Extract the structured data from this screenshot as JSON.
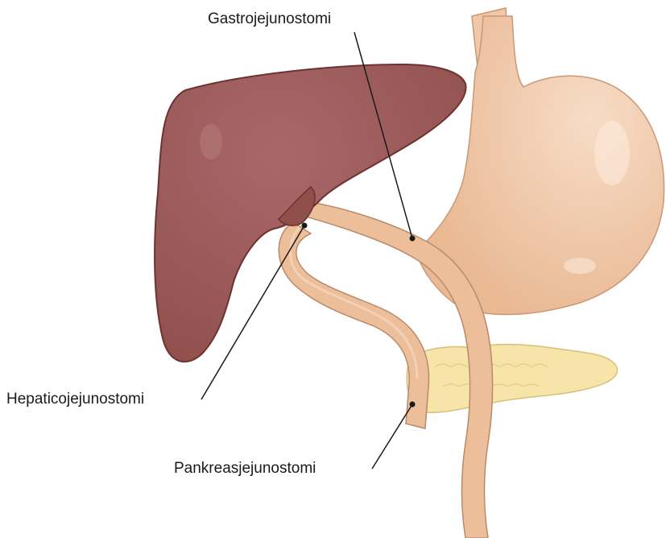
{
  "labels": {
    "gastrojejunostomi": "Gastrojejunostomi",
    "hepaticojejunostomi": "Hepaticojejunostomi",
    "pankreasjejunostomi": "Pankreasjejunostomi"
  },
  "colors": {
    "liver_fill": "#9b5a57",
    "liver_stroke": "#6e3331",
    "stomach_fill": "#eec3a2",
    "stomach_stroke": "#c99877",
    "intestine_fill": "#ecbe9a",
    "intestine_stroke": "#b98a6a",
    "pancreas_fill": "#f6e4a8",
    "pancreas_stroke": "#d8c078",
    "leader_line": "#1a1a1a"
  }
}
